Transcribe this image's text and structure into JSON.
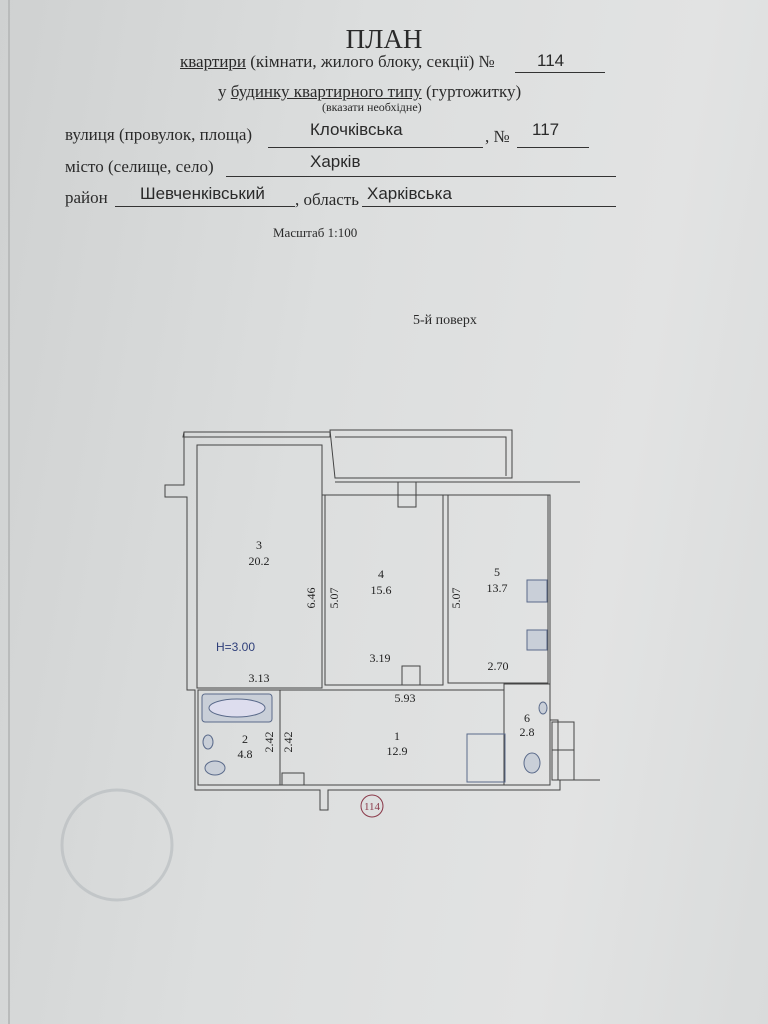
{
  "header": {
    "title": "ПЛАН",
    "line1_prefix": "квартири",
    "line1_rest": "(кімнати, жилого блоку, секції) №",
    "apartment_number": "114",
    "line2_prefix": "у",
    "line2_underlined": "будинку квартирного типу",
    "line2_rest": "(гуртожитку)",
    "line2_note": "(вказати необхідне)",
    "street_label": "вулиця (провулок, площа)",
    "street_value": "Клочківська",
    "house_label": ", №",
    "house_value": "117",
    "city_label": "місто (селище, село)",
    "city_value": "Харків",
    "district_label": "район",
    "district_value": "Шевченківський",
    "region_label": ", область",
    "region_value": "Харківська",
    "scale": "Масштаб 1:100",
    "floor": "5-й поверх"
  },
  "plan": {
    "ceiling_height": "H=3.00",
    "marker": "114",
    "rooms": [
      {
        "number": "1",
        "area": "12.9"
      },
      {
        "number": "2",
        "area": "4.8"
      },
      {
        "number": "3",
        "area": "20.2"
      },
      {
        "number": "4",
        "area": "15.6"
      },
      {
        "number": "5",
        "area": "13.7"
      },
      {
        "number": "6",
        "area": "2.8"
      }
    ],
    "dimensions": {
      "room3_width": "3.13",
      "room3_length": "6.46",
      "room4_width": "3.19",
      "room4_length": "5.07",
      "room5_width": "2.70",
      "room5_length": "5.07",
      "room1_length": "5.93",
      "room1_width": "2.42",
      "room2_width": "2.42"
    }
  }
}
